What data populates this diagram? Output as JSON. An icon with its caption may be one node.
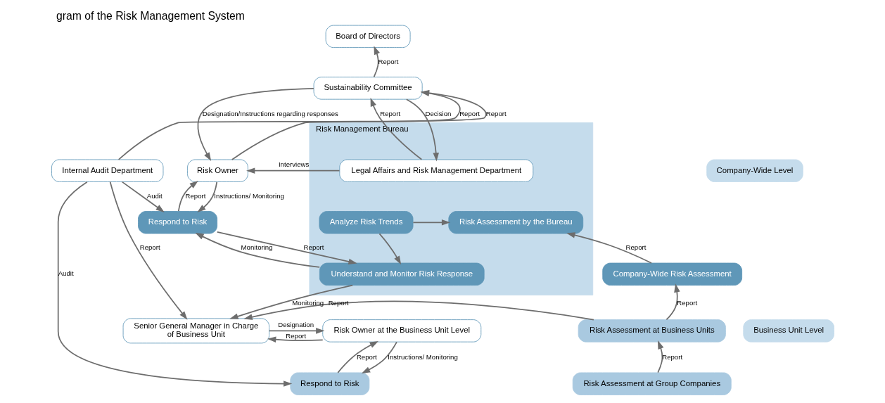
{
  "diagram": {
    "title": "gram of the Risk Management System",
    "nodes": [
      {
        "text": [
          "Board of Directors"
        ]
      },
      {
        "text": [
          "Sustainability Committee"
        ]
      },
      {
        "text": [
          "Risk Management Bureau"
        ]
      },
      {
        "text": [
          "Legal Affairs and Risk Management Department"
        ],
        "in": 2
      },
      {
        "text": [
          "Risk Assessment by the Bureau"
        ],
        "in": 2
      },
      {
        "text": [
          "Analyze Risk Trends"
        ],
        "in": 2
      },
      {
        "text": [
          "Understand and Monitor Risk Response"
        ],
        "in": 2
      },
      {
        "text": [
          "Risk Owner"
        ]
      },
      {
        "text": [
          "Respond to Risk"
        ]
      },
      {
        "text": [
          "Company-Wide Risk Assessment"
        ]
      },
      {
        "text": [
          "Risk Assessment at Business Units"
        ]
      },
      {
        "text": [
          "Senior General Manager in Charge",
          "of Business Unit"
        ]
      },
      {
        "text": [
          "Risk Owner at the Business Unit Level"
        ]
      },
      {
        "text": [
          "Respond to Risk"
        ]
      },
      {
        "text": [
          "Risk Assessment at Group Companies"
        ]
      },
      {
        "text": [
          "Internal Audit Department"
        ]
      },
      {
        "text": [
          "Company-Wide Level"
        ]
      },
      {
        "text": [
          "Business Unit Level"
        ]
      }
    ],
    "edges": [
      {
        "from": 1,
        "to": 0,
        "arrow": "to",
        "label": "Report"
      },
      {
        "from": 3,
        "to": 1,
        "arrow": "to",
        "label": "Report"
      },
      {
        "from": 1,
        "to": 3,
        "arrow": "to",
        "label": "Decision"
      },
      {
        "from": 1,
        "to": 7,
        "arrow": "to",
        "label": "Designation/Instructions regarding responses"
      },
      {
        "from": 7,
        "to": 1,
        "arrow": "to",
        "label": "Report"
      },
      {
        "from": 3,
        "to": 7,
        "arrow": "to",
        "label": "Interviews"
      },
      {
        "from": 7,
        "to": 8,
        "arrow": "to",
        "label": "Instructions/ Monitoring"
      },
      {
        "from": 8,
        "to": 7,
        "arrow": "to",
        "label": "Report"
      },
      {
        "from": 15,
        "to": 1,
        "arrow": "to",
        "label": "Report"
      },
      {
        "from": 15,
        "to": 8,
        "arrow": "to",
        "label": "Audit"
      },
      {
        "from": 5,
        "to": 4,
        "arrow": "to"
      },
      {
        "from": 5,
        "to": 6,
        "arrow": "to"
      },
      {
        "from": 8,
        "to": 6,
        "arrow": "to",
        "label": "Report"
      },
      {
        "from": 6,
        "to": 8,
        "arrow": "to",
        "label": "Monitoring"
      },
      {
        "from": 9,
        "to": 4,
        "arrow": "to",
        "label": "Report"
      },
      {
        "from": 10,
        "to": 9,
        "arrow": "to",
        "label": "Report"
      },
      {
        "from": 14,
        "to": 10,
        "arrow": "to",
        "label": "Report"
      },
      {
        "from": 10,
        "to": 11,
        "arrow": "to",
        "label": "Report"
      },
      {
        "from": 6,
        "to": 11,
        "arrow": "to",
        "label": "Monitoring"
      },
      {
        "from": 11,
        "to": 12,
        "arrow": "to",
        "label": "Designation"
      },
      {
        "from": 12,
        "to": 11,
        "arrow": "to",
        "label": "Report"
      },
      {
        "from": 12,
        "to": 13,
        "arrow": "to",
        "label": "Instructions/ Monitoring"
      },
      {
        "from": 13,
        "to": 12,
        "arrow": "to",
        "label": "Report"
      },
      {
        "from": 15,
        "to": 13,
        "arrow": "to",
        "label": "Audit"
      },
      {
        "from": 15,
        "to": 11,
        "arrow": "to",
        "label": "Report"
      }
    ]
  }
}
